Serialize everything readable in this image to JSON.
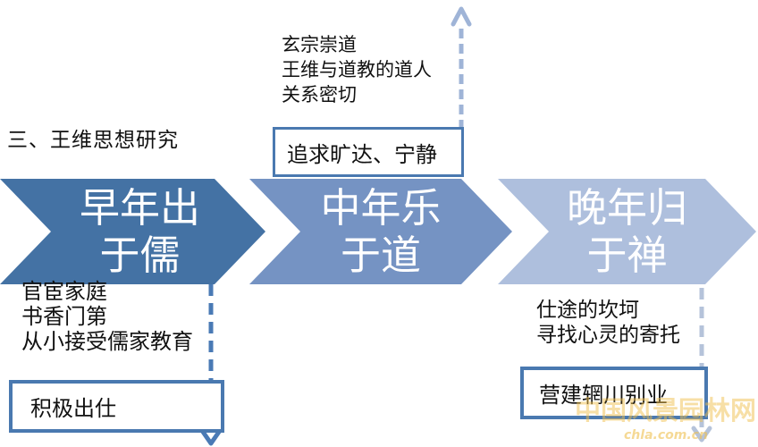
{
  "colors": {
    "stage1_fill": "#4472a4",
    "stage2_fill": "#7593c3",
    "stage3_fill": "#aebfdd",
    "box_border": "#4a79b0",
    "arrow_up": "#9fb4d7",
    "arrow_down_left": "#4a7ab5",
    "arrow_down_right": "#b5c3da",
    "text": "#111111",
    "watermark": "#f0c050"
  },
  "title": "三、王维思想研究",
  "stages": [
    {
      "line1": "早年出",
      "line2": "于儒"
    },
    {
      "line1": "中年乐",
      "line2": "于道"
    },
    {
      "line1": "晚年归",
      "line2": "于禅"
    }
  ],
  "notes": {
    "daoist": {
      "line1": "玄宗崇道",
      "line2": "王维与道教的道人",
      "line3": "关系密切",
      "box": "追求旷达、宁静"
    },
    "confucian": {
      "line1": "官宦家庭",
      "line2": "书香门第",
      "line3": "从小接受儒家教育",
      "box": "积极出仕"
    },
    "chan": {
      "line1": "仕途的坎坷",
      "line2": "寻找心灵的寄托",
      "box": "营建辋川别业"
    }
  },
  "watermark": {
    "site_name": "中国风景园林网",
    "domain": "chla.com.cn"
  }
}
